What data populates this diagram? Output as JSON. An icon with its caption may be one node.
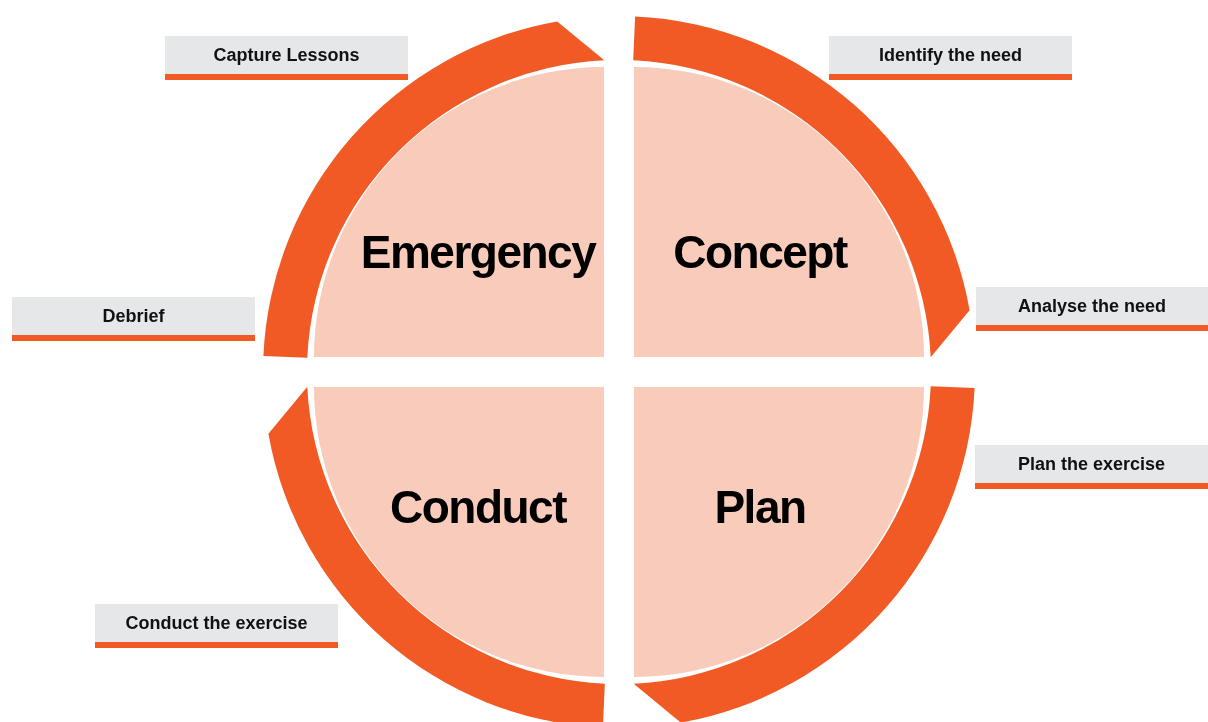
{
  "diagram": {
    "nodes": [
      {
        "text": [
          "Emergency"
        ]
      },
      {
        "text": [
          "Concept"
        ]
      },
      {
        "text": [
          "Plan"
        ]
      },
      {
        "text": [
          "Conduct"
        ]
      },
      {
        "text": [
          "Capture Lessons"
        ]
      },
      {
        "text": [
          "Identify the need"
        ]
      },
      {
        "text": [
          "Debrief"
        ]
      },
      {
        "text": [
          "Analyse the need"
        ]
      },
      {
        "text": [
          "Plan the exercise"
        ]
      },
      {
        "text": [
          "Conduct the exercise"
        ]
      }
    ]
  }
}
